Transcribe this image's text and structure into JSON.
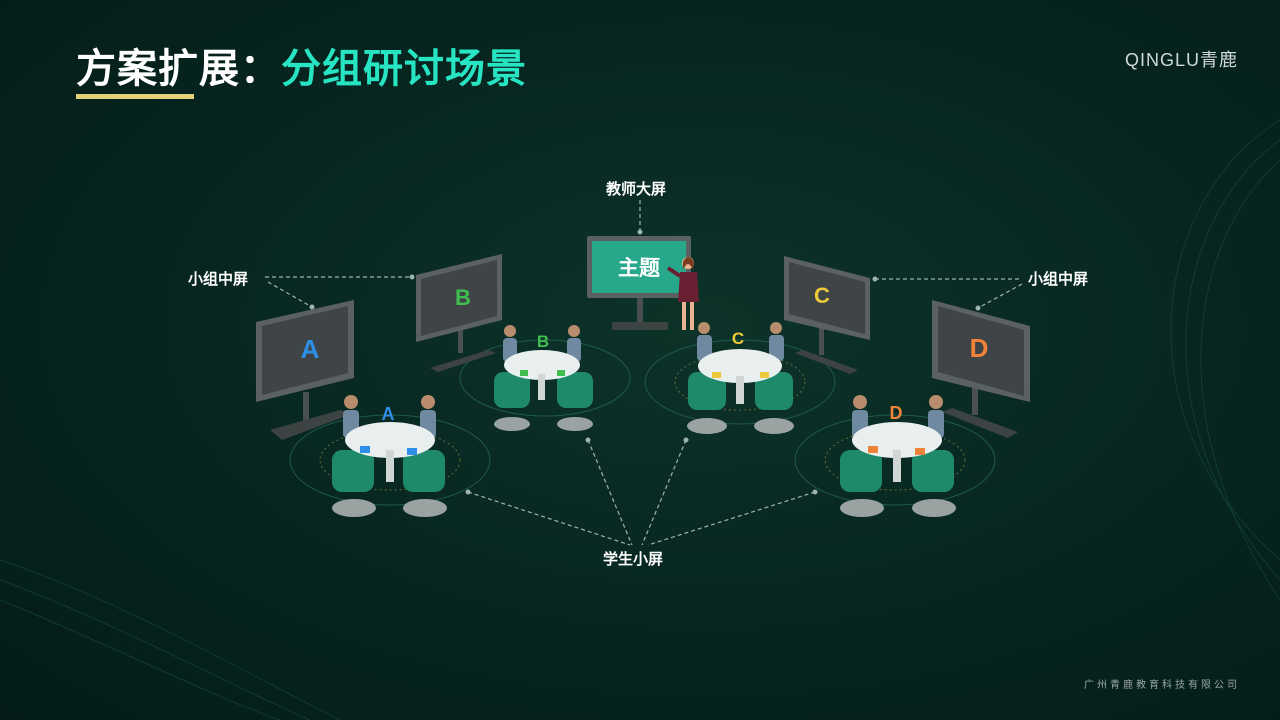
{
  "header": {
    "title_white": "方案扩展：",
    "title_green": "分组研讨场景",
    "logo": "QINGLU青鹿"
  },
  "labels": {
    "teacher_screen": "教师大屏",
    "group_screen_left": "小组中屏",
    "group_screen_right": "小组中屏",
    "student_screen": "学生小屏",
    "topic": "主题"
  },
  "groups": [
    {
      "letter": "A",
      "color": "#2f8fe8"
    },
    {
      "letter": "B",
      "color": "#3fbd4f"
    },
    {
      "letter": "C",
      "color": "#ecc93b"
    },
    {
      "letter": "D",
      "color": "#f0833a"
    }
  ],
  "footer": "广州青鹿教育科技有限公司",
  "colors": {
    "accent": "#27e4c2",
    "underline": "#e3d17a",
    "background": "#072520"
  }
}
